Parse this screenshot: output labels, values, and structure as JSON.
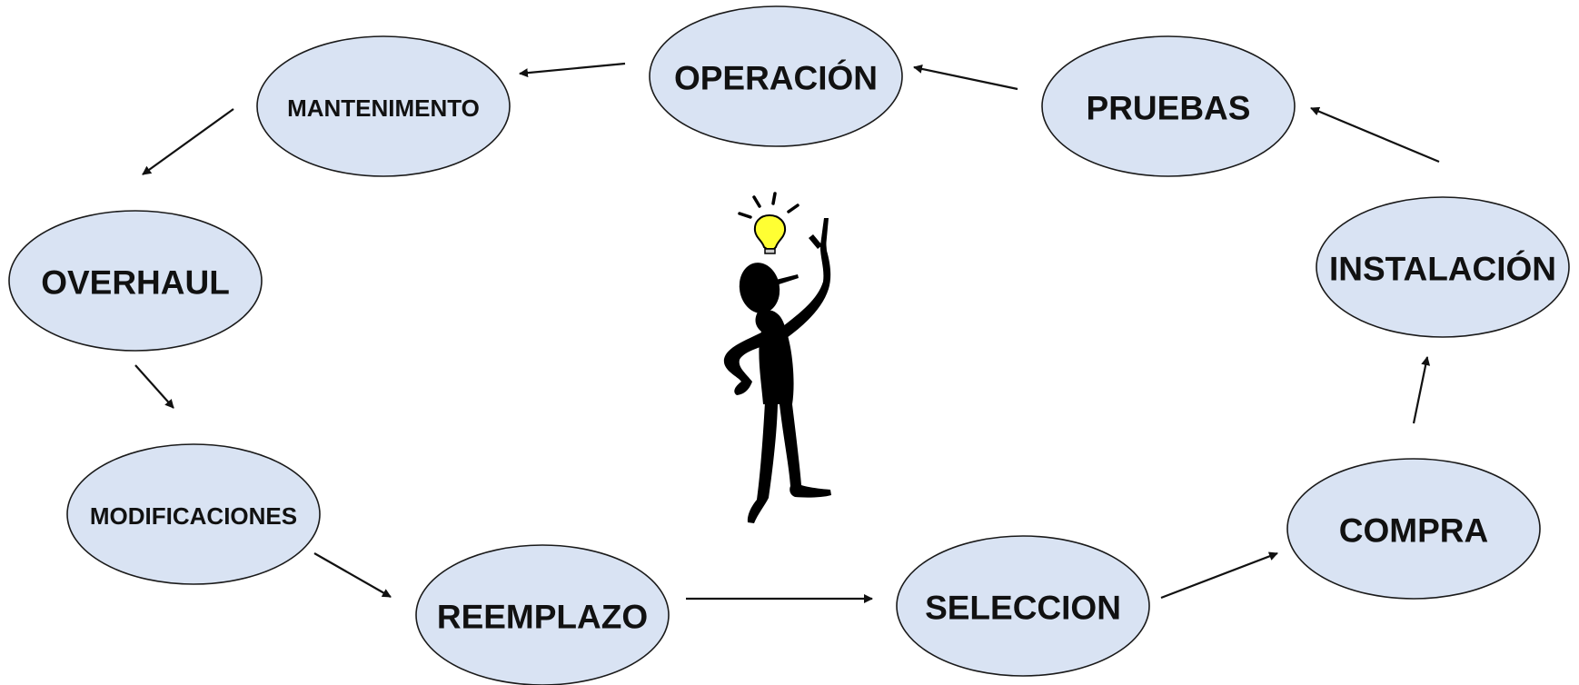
{
  "diagram": {
    "nodes": [
      {
        "id": "operacion",
        "label": "OPERACIÓN"
      },
      {
        "id": "mantenimiento",
        "label": "MANTENIMENTO"
      },
      {
        "id": "pruebas",
        "label": "PRUEBAS"
      },
      {
        "id": "overhaul",
        "label": "OVERHAUL"
      },
      {
        "id": "instalacion",
        "label": "INSTALACIÓN"
      },
      {
        "id": "modificaciones",
        "label": "MODIFICACIONES"
      },
      {
        "id": "compra",
        "label": "COMPRA"
      },
      {
        "id": "reemplazo",
        "label": "REEMPLAZO"
      },
      {
        "id": "seleccion",
        "label": "SELECCION"
      }
    ],
    "edges": [
      {
        "from": "operacion",
        "to": "mantenimiento"
      },
      {
        "from": "mantenimiento",
        "to": "overhaul"
      },
      {
        "from": "overhaul",
        "to": "modificaciones"
      },
      {
        "from": "modificaciones",
        "to": "reemplazo"
      },
      {
        "from": "reemplazo",
        "to": "seleccion"
      },
      {
        "from": "seleccion",
        "to": "compra"
      },
      {
        "from": "compra",
        "to": "instalacion"
      },
      {
        "from": "instalacion",
        "to": "pruebas"
      },
      {
        "from": "pruebas",
        "to": "operacion"
      }
    ],
    "colors": {
      "node_fill": "#d9e3f3",
      "bulb": "#ffff33",
      "figure": "#000000"
    },
    "illustration": "thinking-person-with-lightbulb"
  }
}
